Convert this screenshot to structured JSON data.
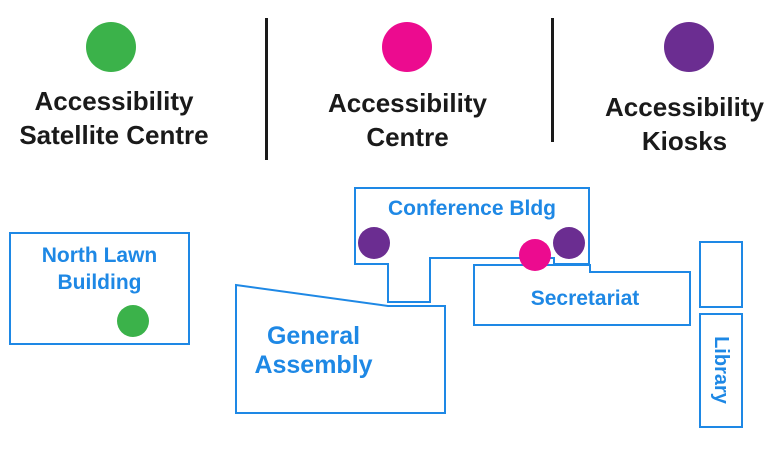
{
  "colors": {
    "satellite": "#3bb24a",
    "centre": "#ec0b8f",
    "kiosk": "#6b2d91",
    "building": "#1e88e5",
    "divider": "#1a1a1a"
  },
  "legend": [
    {
      "label_line1": "Accessibility",
      "label_line2": "Satellite Centre",
      "color_key": "satellite"
    },
    {
      "label_line1": "Accessibility",
      "label_line2": "Centre",
      "color_key": "centre"
    },
    {
      "label_line1": "Accessibility",
      "label_line2": "Kiosks",
      "color_key": "kiosk"
    }
  ],
  "buildings": {
    "north_lawn": {
      "line1": "North Lawn",
      "line2": "Building"
    },
    "conference": {
      "line1": "Conference Bldg"
    },
    "secretariat": {
      "line1": "Secretariat"
    },
    "general_assembly": {
      "line1": "General",
      "line2": "Assembly"
    },
    "library": {
      "line1": "Library"
    }
  },
  "markers": [
    {
      "building": "north_lawn",
      "type": "satellite"
    },
    {
      "building": "conference",
      "type": "kiosk"
    },
    {
      "building": "conference",
      "type": "centre"
    },
    {
      "building": "conference",
      "type": "kiosk"
    }
  ]
}
